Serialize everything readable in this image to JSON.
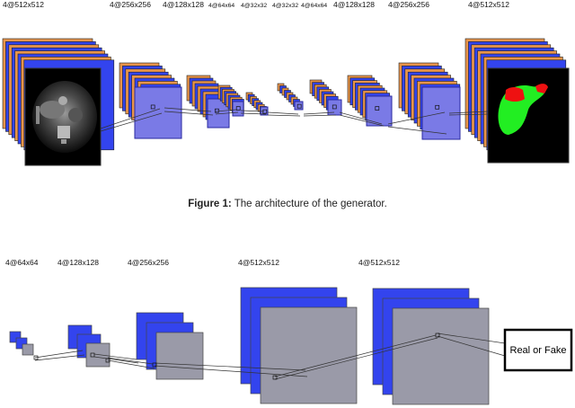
{
  "generator": {
    "layer_labels": [
      "4@512x512",
      "4@256x256",
      "4@128x128",
      "4@64x64",
      "4@32x32",
      "4@32x32",
      "4@64x64",
      "4@128x128",
      "4@256x256",
      "4@512x512"
    ],
    "colors": {
      "orange": "#e8944a",
      "blue": "#3344ee",
      "purple_face": "#7a7ae6",
      "face_border": "#2a2aa0",
      "seg_green": "#22ee22",
      "seg_red": "#ee1111"
    }
  },
  "caption": {
    "label": "Figure 1:",
    "text": "The architecture of the generator."
  },
  "discriminator": {
    "layer_labels": [
      "4@64x64",
      "4@128x128",
      "4@256x256",
      "4@512x512",
      "4@512x512"
    ],
    "colors": {
      "blue": "#3344ee",
      "gray": "#9a9aa8",
      "gray_dark": "#8a8a94"
    },
    "output_label": "Real or Fake"
  }
}
